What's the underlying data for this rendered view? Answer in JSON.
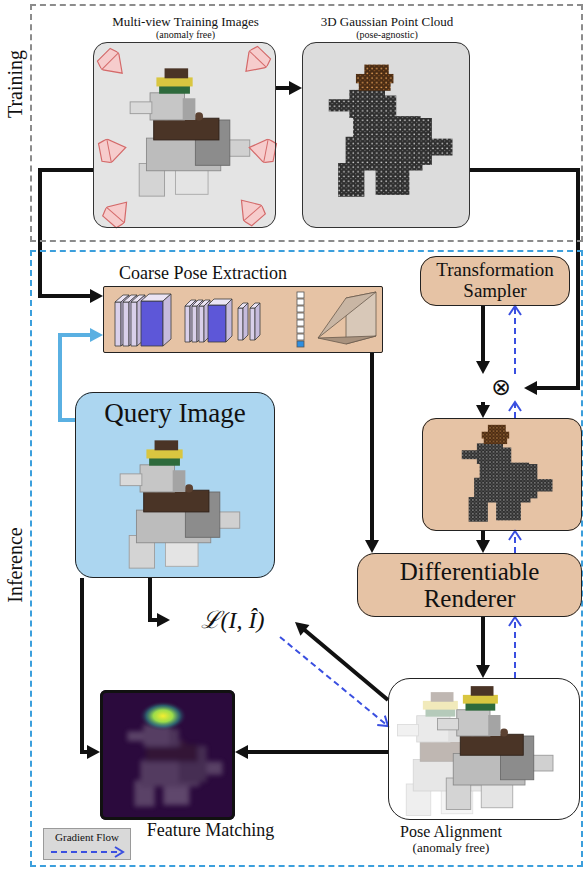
{
  "diagram": {
    "nodes": [
      {
        "text": [
          "Training"
        ]
      },
      {
        "text": [
          "Multi-view Training Images",
          "(anomaly free)"
        ],
        "in": 0
      },
      {
        "text": [
          "3D Gaussian Point Cloud",
          "(pose-agnostic)"
        ],
        "in": 0
      },
      {
        "text": [
          "Inference"
        ]
      },
      {
        "text": [
          "Coarse Pose Extraction"
        ],
        "in": 3
      },
      {
        "text": [
          "Transformation Sampler"
        ],
        "in": 3
      },
      {
        "text": [
          "⊗"
        ],
        "in": 3
      },
      {
        "text": [
          "Query Image"
        ],
        "in": 3
      },
      {
        "text": [],
        "in": 3
      },
      {
        "text": [
          "Differentiable Renderer"
        ],
        "in": 3
      },
      {
        "text": [
          "ℒ(I, Î)"
        ],
        "in": 3
      },
      {
        "text": [
          "Feature Matching"
        ],
        "in": 3
      },
      {
        "text": [
          "Pose Alignment",
          "(anomaly free)"
        ],
        "in": 3
      }
    ],
    "edges": [
      {
        "from": 1,
        "to": 2,
        "arrow": "to"
      },
      {
        "from": 1,
        "to": 4,
        "arrow": "to"
      },
      {
        "from": 2,
        "to": 6,
        "arrow": "to"
      },
      {
        "from": 5,
        "to": 6,
        "arrow": "to"
      },
      {
        "from": 6,
        "to": 8,
        "arrow": "to"
      },
      {
        "from": 8,
        "to": 9,
        "arrow": "to"
      },
      {
        "from": 4,
        "to": 9,
        "arrow": "to"
      },
      {
        "from": 9,
        "to": 12,
        "arrow": "to"
      },
      {
        "from": 7,
        "to": 4,
        "arrow": "to"
      },
      {
        "from": 7,
        "to": 10,
        "arrow": "to"
      },
      {
        "from": 12,
        "to": 10,
        "arrow": "to"
      },
      {
        "from": 7,
        "to": 11,
        "arrow": "to"
      },
      {
        "from": 12,
        "to": 11,
        "arrow": "to"
      },
      {
        "from": 10,
        "to": 12,
        "arrow": "to"
      },
      {
        "from": 12,
        "to": 9,
        "arrow": "to"
      },
      {
        "from": 9,
        "to": 8,
        "arrow": "to"
      },
      {
        "from": 8,
        "to": 6,
        "arrow": "to"
      },
      {
        "from": 6,
        "to": 5,
        "arrow": "to"
      }
    ],
    "legend": [
      {
        "text": "Gradient Flow"
      }
    ]
  }
}
